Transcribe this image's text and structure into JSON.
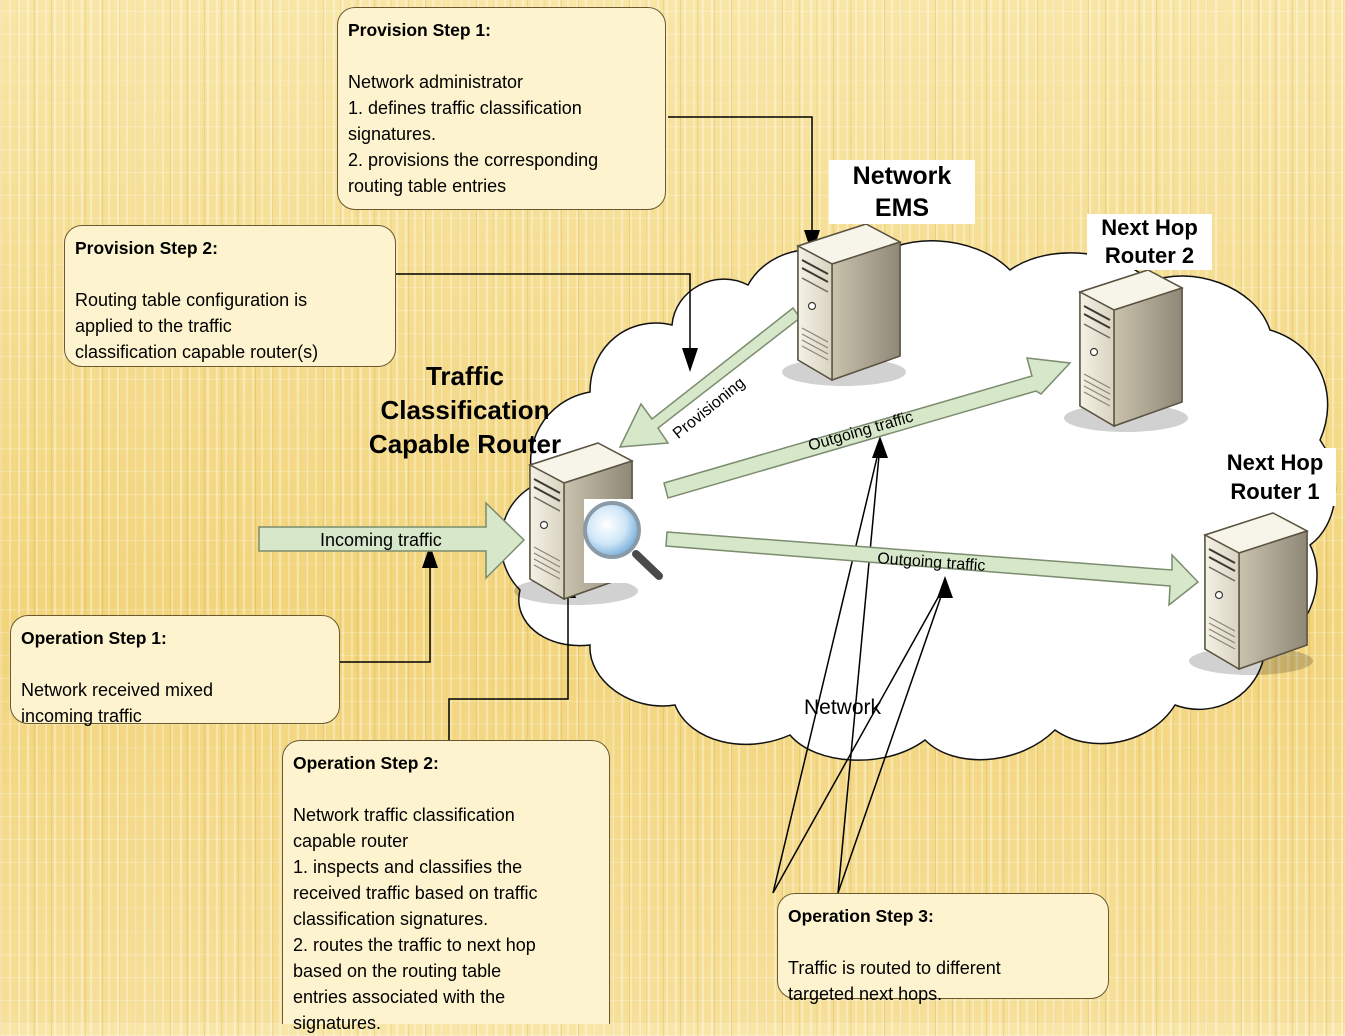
{
  "callouts": {
    "provision1": {
      "title": "Provision Step 1:",
      "lines": [
        "Network administrator",
        "1. defines traffic classification",
        "signatures.",
        "2. provisions the corresponding",
        "routing table entries"
      ]
    },
    "provision2": {
      "title": "Provision Step 2:",
      "lines": [
        "Routing table configuration is",
        "applied to the traffic",
        "classification capable router(s)"
      ]
    },
    "operation1": {
      "title": "Operation Step 1:",
      "lines": [
        "Network received mixed",
        "incoming traffic"
      ]
    },
    "operation2": {
      "title": "Operation Step 2:",
      "lines": [
        "Network traffic classification",
        "capable router",
        "1.  inspects and classifies the",
        "received traffic based on traffic",
        "classification signatures.",
        "2. routes the traffic to next hop",
        "based on the routing table",
        "entries associated with the",
        "signatures."
      ]
    },
    "operation3": {
      "title": "Operation Step 3:",
      "lines": [
        "Traffic is routed to different",
        "targeted next hops."
      ]
    }
  },
  "nodes": {
    "ems": {
      "line1": "Network",
      "line2": "EMS"
    },
    "router": {
      "line1": "Traffic",
      "line2": "Classification",
      "line3": "Capable Router"
    },
    "next_hop_2": {
      "line1": "Next Hop",
      "line2": "Router 2"
    },
    "next_hop_1": {
      "line1": "Next Hop",
      "line2": "Router 1"
    }
  },
  "network_label": "Network",
  "arrows": {
    "incoming": "Incoming traffic",
    "provisioning": "Provisioning",
    "outgoing_top": "Outgoing traffic",
    "outgoing_bottom": "Outgoing traffic"
  },
  "colors": {
    "callout_fill": "#fdf3cf",
    "arrow_fill": "#d6e8c9",
    "cloud_fill": "#ffffff",
    "server_body": "#e8e3d4"
  }
}
